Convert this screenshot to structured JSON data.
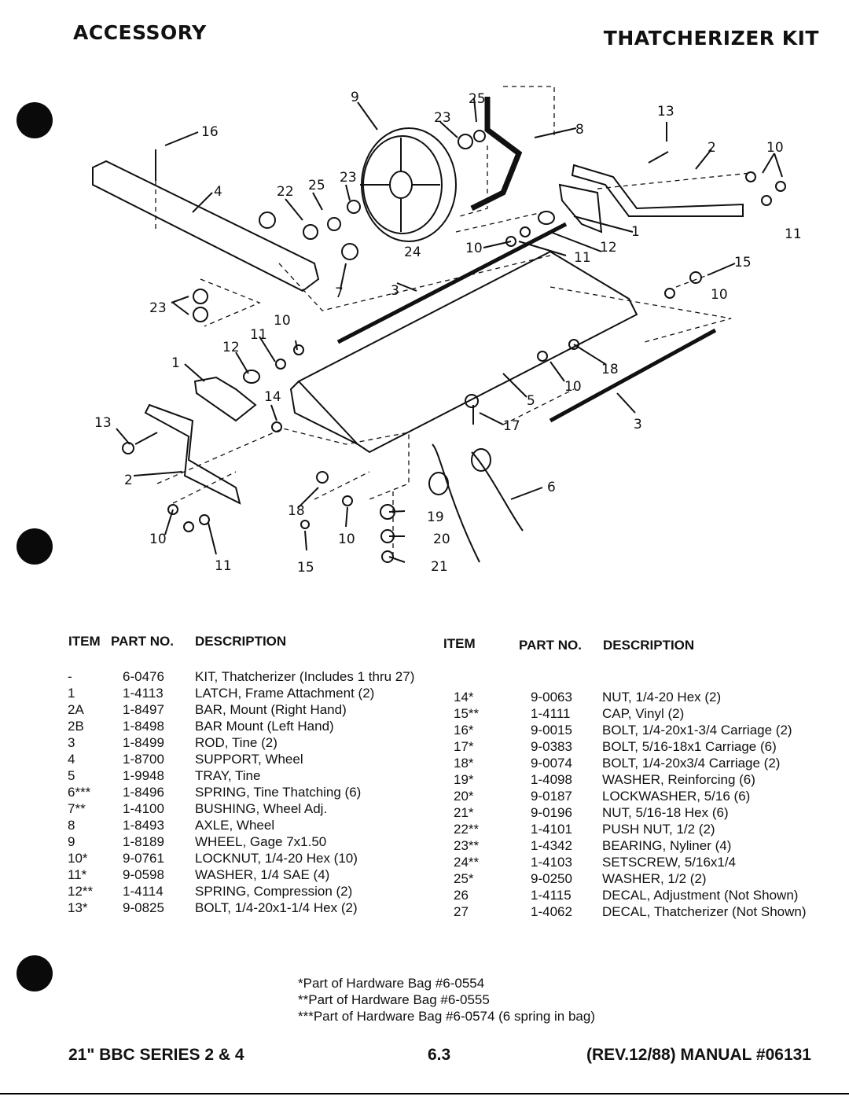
{
  "header": {
    "left": "ACCESSORY",
    "right": "THATCHERIZER KIT"
  },
  "diagram_callouts": [
    "9",
    "25",
    "23",
    "8",
    "13",
    "16",
    "2",
    "10",
    "22",
    "25",
    "23",
    "4",
    "1",
    "11",
    "12",
    "10",
    "24",
    "11",
    "15",
    "3",
    "7",
    "10",
    "23",
    "10",
    "11",
    "12",
    "1",
    "14",
    "18",
    "10",
    "5",
    "17",
    "13",
    "3",
    "2",
    "6",
    "18",
    "19",
    "10",
    "20",
    "10",
    "11",
    "15",
    "21"
  ],
  "table": {
    "headers": {
      "item": "ITEM",
      "part_no": "PART NO.",
      "description": "DESCRIPTION"
    },
    "left_rows": [
      {
        "item": "-",
        "part": "6-0476",
        "desc": "KIT, Thatcherizer (Includes 1 thru 27)"
      },
      {
        "item": "1",
        "part": "1-4113",
        "desc": "LATCH, Frame Attachment (2)"
      },
      {
        "item": "2A",
        "part": "1-8497",
        "desc": "BAR, Mount (Right Hand)"
      },
      {
        "item": "2B",
        "part": "1-8498",
        "desc": "BAR Mount (Left Hand)"
      },
      {
        "item": "3",
        "part": "1-8499",
        "desc": "ROD, Tine (2)"
      },
      {
        "item": "4",
        "part": "1-8700",
        "desc": "SUPPORT, Wheel"
      },
      {
        "item": "5",
        "part": "1-9948",
        "desc": "TRAY, Tine"
      },
      {
        "item": "6***",
        "part": "1-8496",
        "desc": "SPRING, Tine Thatching (6)"
      },
      {
        "item": "7**",
        "part": "1-4100",
        "desc": "BUSHING, Wheel Adj."
      },
      {
        "item": "8",
        "part": "1-8493",
        "desc": "AXLE, Wheel"
      },
      {
        "item": "9",
        "part": "1-8189",
        "desc": "WHEEL, Gage 7x1.50"
      },
      {
        "item": "10*",
        "part": "9-0761",
        "desc": "LOCKNUT, 1/4-20 Hex (10)"
      },
      {
        "item": "11*",
        "part": "9-0598",
        "desc": "WASHER, 1/4 SAE (4)"
      },
      {
        "item": "12**",
        "part": "1-4114",
        "desc": "SPRING, Compression (2)"
      },
      {
        "item": "13*",
        "part": "9-0825",
        "desc": "BOLT, 1/4-20x1-1/4 Hex (2)"
      }
    ],
    "right_rows": [
      {
        "item": "14*",
        "part": "9-0063",
        "desc": "NUT, 1/4-20 Hex (2)"
      },
      {
        "item": "15**",
        "part": "1-4111",
        "desc": "CAP, Vinyl (2)"
      },
      {
        "item": "16*",
        "part": "9-0015",
        "desc": "BOLT, 1/4-20x1-3/4 Carriage (2)"
      },
      {
        "item": "17*",
        "part": "9-0383",
        "desc": "BOLT, 5/16-18x1 Carriage (6)"
      },
      {
        "item": "18*",
        "part": "9-0074",
        "desc": "BOLT, 1/4-20x3/4 Carriage (2)"
      },
      {
        "item": "19*",
        "part": "1-4098",
        "desc": "WASHER, Reinforcing (6)"
      },
      {
        "item": "20*",
        "part": "9-0187",
        "desc": "LOCKWASHER, 5/16 (6)"
      },
      {
        "item": "21*",
        "part": "9-0196",
        "desc": "NUT, 5/16-18 Hex (6)"
      },
      {
        "item": "22**",
        "part": "1-4101",
        "desc": "PUSH NUT, 1/2 (2)"
      },
      {
        "item": "23**",
        "part": "1-4342",
        "desc": "BEARING, Nyliner (4)"
      },
      {
        "item": "24**",
        "part": "1-4103",
        "desc": "SETSCREW, 5/16x1/4"
      },
      {
        "item": "25*",
        "part": "9-0250",
        "desc": "WASHER, 1/2 (2)"
      },
      {
        "item": "26",
        "part": "1-4115",
        "desc": "DECAL, Adjustment (Not Shown)"
      },
      {
        "item": "27",
        "part": "1-4062",
        "desc": "DECAL, Thatcherizer (Not Shown)"
      }
    ]
  },
  "notes": [
    "*Part of Hardware Bag #6-0554",
    "**Part of Hardware Bag #6-0555",
    "***Part of Hardware Bag #6-0574 (6 spring in bag)"
  ],
  "footer": {
    "left": "21\" BBC SERIES 2 & 4",
    "center": "6.3",
    "right": "(REV.12/88) MANUAL #06131"
  }
}
